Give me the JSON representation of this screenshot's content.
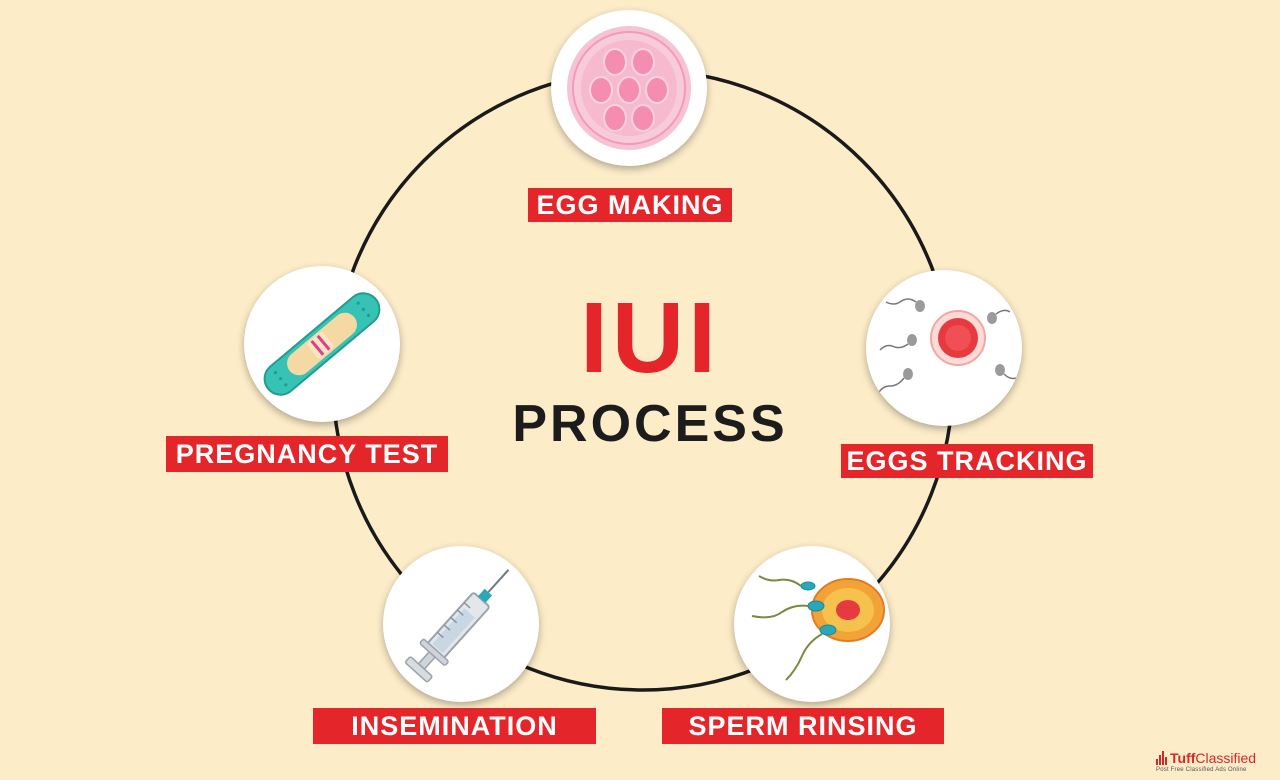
{
  "title": {
    "line1": "IUI",
    "line2": "PROCESS"
  },
  "steps": [
    {
      "label": "EGG MAKING",
      "icon": "egg-cluster-icon"
    },
    {
      "label": "EGGS TRACKING",
      "icon": "egg-tracking-icon"
    },
    {
      "label": "SPERM RINSING",
      "icon": "sperm-rinsing-icon"
    },
    {
      "label": "INSEMINATION",
      "icon": "syringe-icon"
    },
    {
      "label": "PREGNANCY TEST",
      "icon": "pregnancy-test-icon"
    }
  ],
  "watermark": {
    "brand_tuff": "Tuff",
    "brand_classified": "Classified",
    "tagline": "Post Free Classified Ads Online"
  },
  "colors": {
    "background": "#fcecc8",
    "accent": "#e4262a",
    "title_dark": "#1c1c1c",
    "ring": "#1a1a1a"
  }
}
